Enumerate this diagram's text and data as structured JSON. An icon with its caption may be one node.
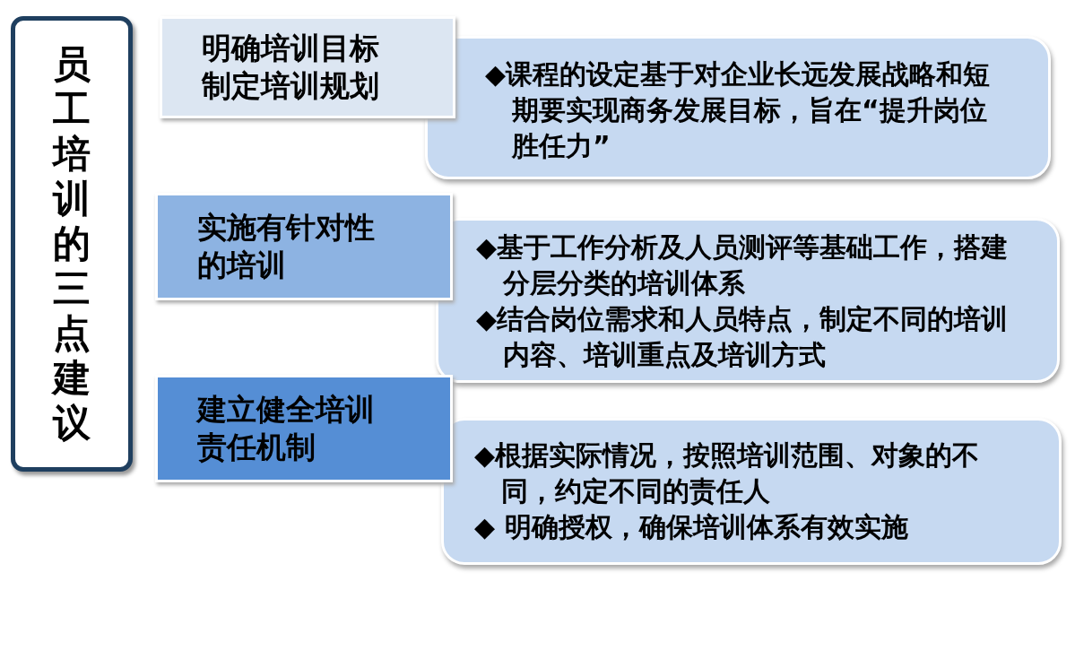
{
  "diagram": {
    "nodes": [
      {
        "text": [
          "员工培训的三点建议"
        ]
      },
      {
        "text": [
          "明确培训目标制定培训规划"
        ]
      },
      {
        "text": [
          "◆课程的设定基于对企业长远发展战略和短期要实现商务发展目标，旨在“提升岗位胜任力”"
        ]
      },
      {
        "text": [
          "实施有针对性的培训"
        ]
      },
      {
        "text": [
          "◆基于工作分析及人员测评等基础工作，搭建分层分类的培训体系",
          "◆结合岗位需求和人员特点，制定不同的培训内容、培训重点及培训方式"
        ]
      },
      {
        "text": [
          "建立健全培训责任机制"
        ]
      },
      {
        "text": [
          "◆根据实际情况，按照培训范围、对象的不同，约定不同的责任人",
          "◆ 明确授权，确保培训体系有效实施"
        ]
      }
    ],
    "edges": []
  }
}
